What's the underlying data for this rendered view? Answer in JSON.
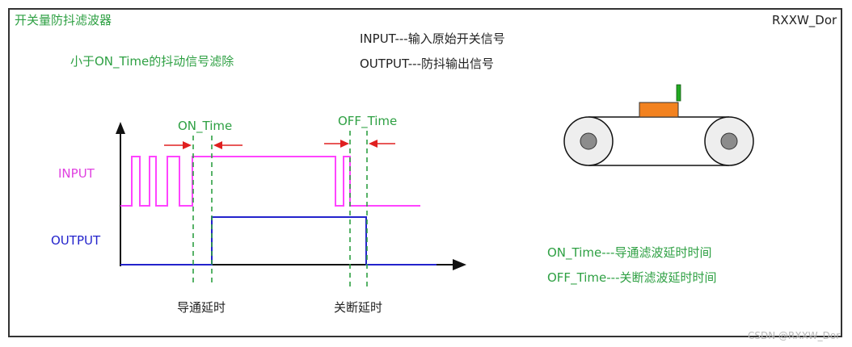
{
  "title": "开关量防抖滤波器",
  "author": "RXXW_Dor",
  "legend_lines": [
    "INPUT---输入原始开关信号",
    "OUTPUT---防抖输出信号"
  ],
  "note": "小于ON_Time的抖动信号滤除",
  "timing": {
    "on_time_label": "ON_Time",
    "off_time_label": "OFF_Time",
    "input_label": "INPUT",
    "output_label": "OUTPUT",
    "on_delay_label": "导通延时",
    "off_delay_label": "关断延时"
  },
  "definitions": [
    "ON_Time---导通滤波延时时间",
    "OFF_Time---关断滤波延时时间"
  ],
  "watermark": "CSDN @RXXW_Dor",
  "colors": {
    "input": "#ff44ff",
    "output": "#2323cc",
    "guide": "#2ea043",
    "arrow": "#e02020",
    "block": "#f28220",
    "sensor": "#22aa22"
  }
}
